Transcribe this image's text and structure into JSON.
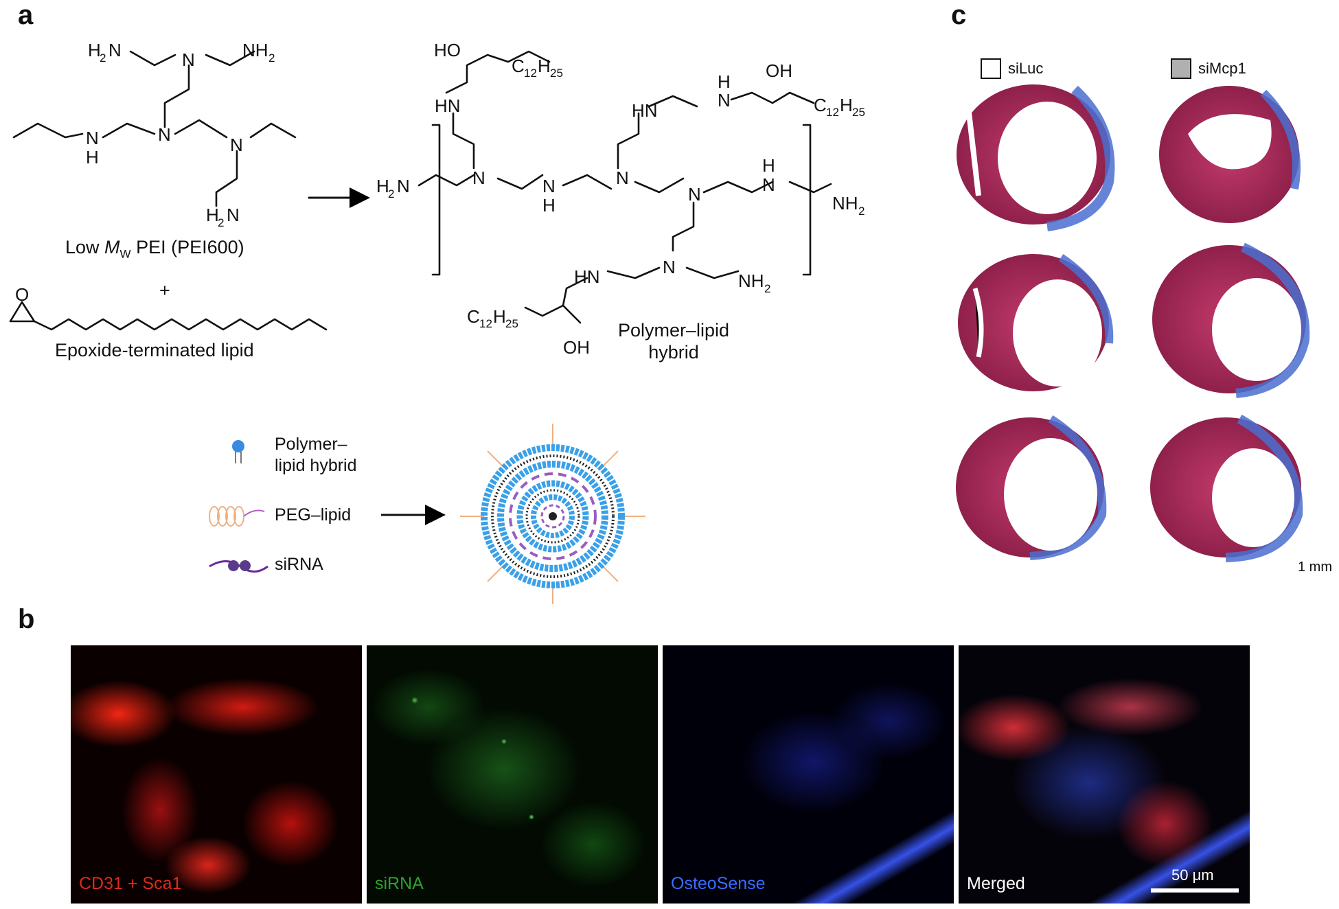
{
  "panels": {
    "a": "a",
    "b": "b",
    "c": "c"
  },
  "panel_a": {
    "reactant_label_pre": "Low ",
    "reactant_label_mw": "M",
    "reactant_label_sub": "W",
    "reactant_label_post": " PEI (PEI600)",
    "plus": "+",
    "lipid_label": "Epoxide-terminated lipid",
    "product_label_line1": "Polymer–lipid",
    "product_label_line2": "hybrid",
    "legend": [
      {
        "line1": "Polymer–",
        "line2": "lipid hybrid",
        "icon": "blue-lipid-head-icon"
      },
      {
        "line1": "PEG–lipid",
        "line2": "",
        "icon": "peg-coil-icon"
      },
      {
        "line1": "siRNA",
        "line2": "",
        "icon": "sirna-icon"
      }
    ]
  },
  "panel_b": {
    "images": [
      {
        "label": "CD31 + Sca1",
        "color": "#ff2a1a"
      },
      {
        "label": "siRNA",
        "color": "#2fbf2f"
      },
      {
        "label": "OsteoSense",
        "color": "#3a5cff"
      },
      {
        "label": "Merged",
        "color": "#ffffff"
      }
    ],
    "scalebar": "50 μm"
  },
  "panel_c": {
    "legend": [
      {
        "label": "siLuc",
        "swatch": "#ffffff"
      },
      {
        "label": "siMcp1",
        "swatch": "#b0b0b0"
      }
    ],
    "scalebar": "1 mm",
    "stain_colors": {
      "tissue": "#a9275a",
      "fibrosis": "#3f63c9"
    }
  }
}
